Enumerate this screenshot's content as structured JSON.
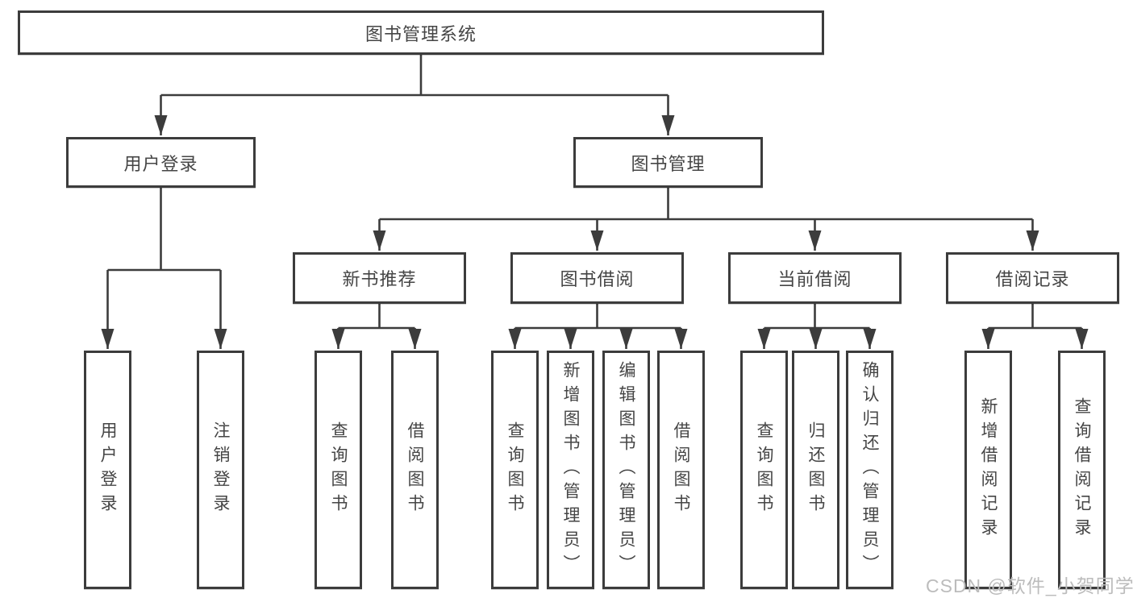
{
  "tree": {
    "root": {
      "label": "图书管理系统",
      "children": [
        {
          "label": "用户登录",
          "children": [
            {
              "label": "用户登录"
            },
            {
              "label": "注销登录"
            }
          ]
        },
        {
          "label": "图书管理",
          "children": [
            {
              "label": "新书推荐",
              "children": [
                {
                  "label": "查询图书"
                },
                {
                  "label": "借阅图书"
                }
              ]
            },
            {
              "label": "图书借阅",
              "children": [
                {
                  "label": "查询图书"
                },
                {
                  "label": "新增图书（管理员）"
                },
                {
                  "label": "编辑图书（管理员）"
                },
                {
                  "label": "借阅图书"
                }
              ]
            },
            {
              "label": "当前借阅",
              "children": [
                {
                  "label": "查询图书"
                },
                {
                  "label": "归还图书"
                },
                {
                  "label": "确认归还（管理员）"
                }
              ]
            },
            {
              "label": "借阅记录",
              "children": [
                {
                  "label": "新增借阅记录"
                },
                {
                  "label": "查询借阅记录"
                }
              ]
            }
          ]
        }
      ]
    }
  },
  "watermark": {
    "text": "CSDN @软件_小贺同学"
  },
  "colors": {
    "background": "#ffffff",
    "box_border": "#3c3c3c",
    "connector_line": "#3c3c3c",
    "node_text": "#454545",
    "watermark_text": "#bcbcbc"
  }
}
